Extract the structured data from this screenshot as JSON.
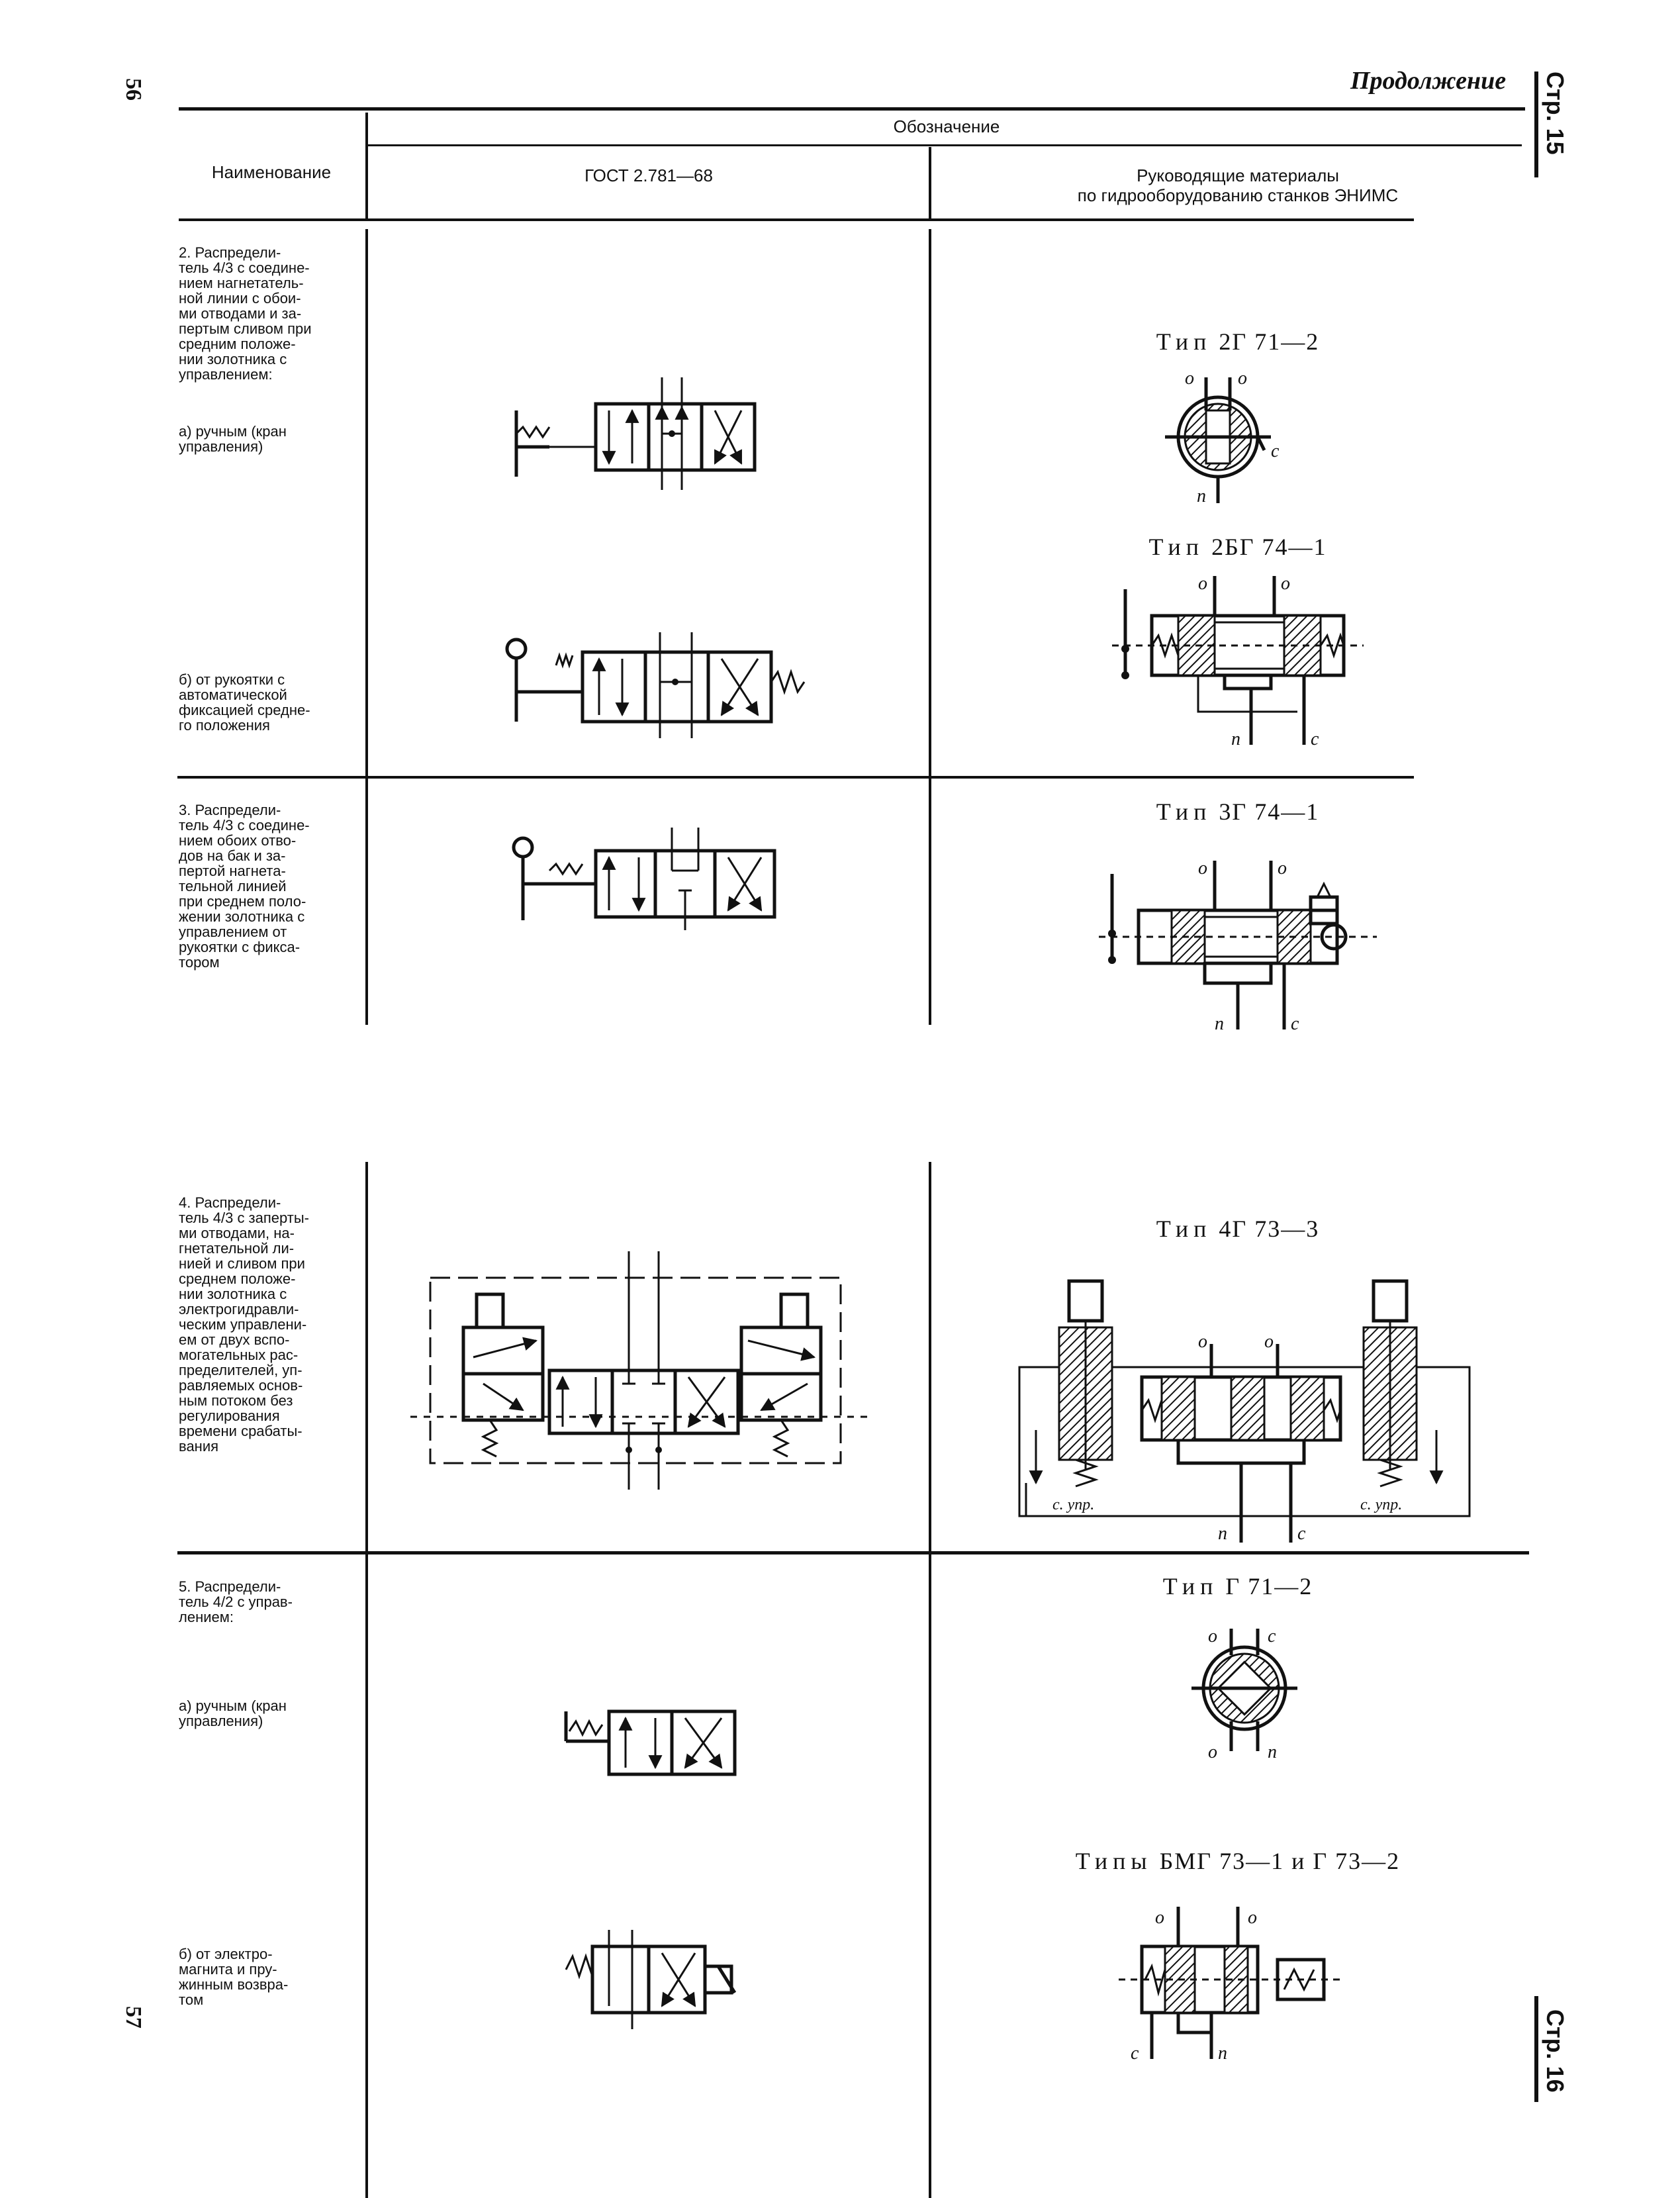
{
  "page": {
    "left_page_top": "56",
    "left_page_bottom": "57",
    "right_page_top": "Стр. 15",
    "right_page_bottom": "Стр. 16",
    "continuation": "Продолжение"
  },
  "header": {
    "name_col": "Наименование",
    "designation_group": "Обозначение",
    "gost_col": "ГОСТ 2.781—68",
    "enims_col_line1": "Руководящие материалы",
    "enims_col_line2": "по гидрооборудованию станков ЭНИМС"
  },
  "rows": [
    {
      "lines": [
        "2. Распредели-",
        "тель 4/3 с соедине-",
        "нием нагнетатель-",
        "ной линии с обои-",
        "ми отводами и за-",
        "пертым сливом при",
        "средним положе-",
        "нии золотника с",
        "управлением:"
      ],
      "a": [
        "а) ручным (кран",
        "управления)"
      ],
      "b": [
        "б) от рукоятки с",
        "автоматической",
        "фиксацией средне-",
        "го положения"
      ],
      "type_a_prefix": "Тип",
      "type_a": "2Г 71—2",
      "type_b_prefix": "Тип",
      "type_b": "2БГ 74—1"
    },
    {
      "lines": [
        "3. Распредели-",
        "тель 4/3 с соедине-",
        "нием обоих отво-",
        "дов на бак и за-",
        "пертой нагнета-",
        "тельной линией",
        "при среднем поло-",
        "жении золотника с",
        "управлением от",
        "рукоятки с фикса-",
        "тором"
      ],
      "type_prefix": "Тип",
      "type": "3Г 74—1"
    },
    {
      "lines": [
        "4. Распредели-",
        "тель 4/3 с заперты-",
        "ми отводами, на-",
        "гнетательной ли-",
        "нией и сливом при",
        "среднем положе-",
        "нии золотника с",
        "электрогидравли-",
        "ческим управлени-",
        "ем от двух вспо-",
        "могательных рас-",
        "пределителей, уп-",
        "равляемых основ-",
        "ным потоком без",
        "регулирования",
        "времени срабаты-",
        "вания"
      ],
      "type_prefix": "Тип",
      "type": "4Г 73—3"
    },
    {
      "lines": [
        "5. Распредели-",
        "тель 4/2 с управ-",
        "лением:"
      ],
      "a": [
        "а) ручным (кран",
        "управления)"
      ],
      "b": [
        "б) от электро-",
        "магнита и пру-",
        "жинным возвра-",
        "том"
      ],
      "type_a_prefix": "Тип",
      "type_a": "Г 71—2",
      "type_b_prefix": "Типы",
      "type_b": "БМГ 73—1 и Г 73—2"
    }
  ],
  "port_labels": {
    "o": "о",
    "c": "с",
    "p": "п",
    "upr": "с. упр."
  }
}
